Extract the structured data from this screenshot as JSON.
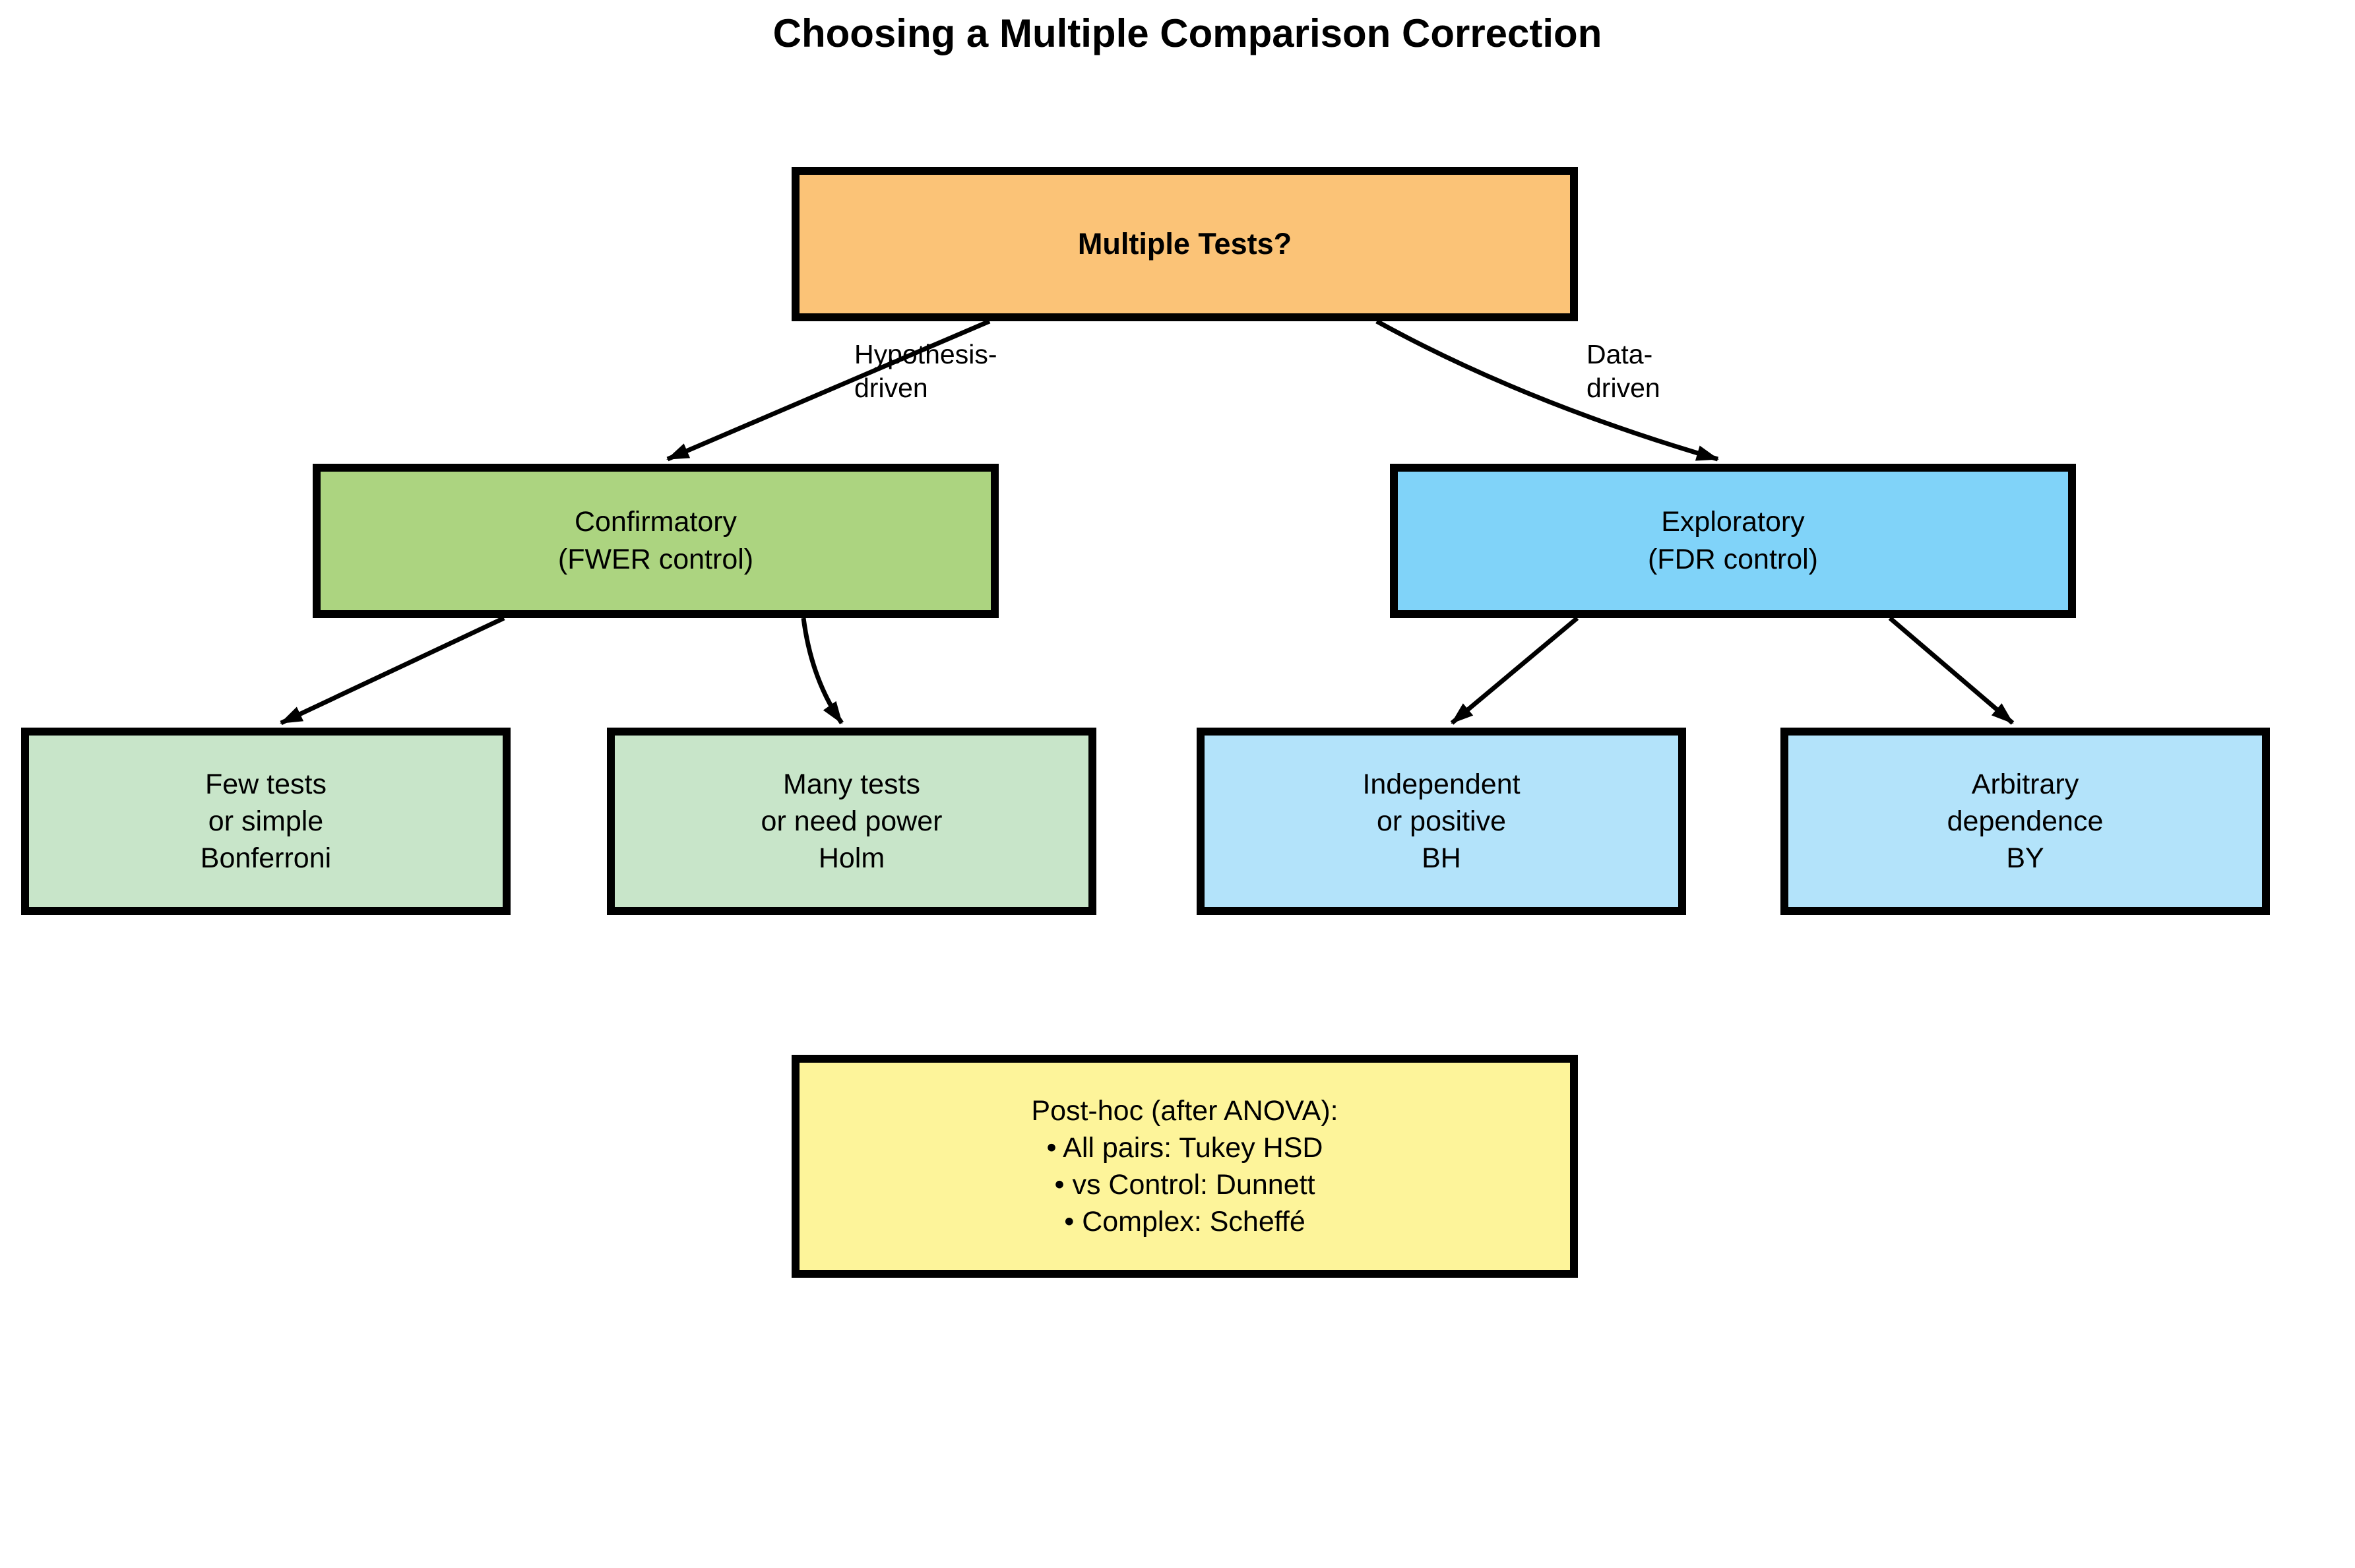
{
  "title": "Choosing a Multiple Comparison Correction",
  "colors": {
    "root": "#FBC377",
    "fwer": "#ACD480",
    "fdr": "#80D3F9",
    "fwer_leaf": "#C8E5C9",
    "fdr_leaf": "#B3E3FA",
    "note": "#FDF49A",
    "border": "#000000",
    "arrow": "#000000",
    "background": "#FFFFFF"
  },
  "nodes": {
    "root": {
      "label": "Multiple Tests?"
    },
    "confirmatory": {
      "lines": [
        "Confirmatory",
        "(FWER control)"
      ]
    },
    "exploratory": {
      "lines": [
        "Exploratory",
        "(FDR control)"
      ]
    },
    "bonferroni": {
      "lines": [
        "Few tests",
        "or simple",
        "Bonferroni"
      ]
    },
    "holm": {
      "lines": [
        "Many tests",
        "or need power",
        "Holm"
      ]
    },
    "bh": {
      "lines": [
        "Independent",
        "or positive",
        "BH"
      ]
    },
    "by": {
      "lines": [
        "Arbitrary",
        "dependence",
        "BY"
      ]
    },
    "posthoc": {
      "lines": [
        "Post-hoc (after ANOVA):",
        "•  All pairs: Tukey HSD",
        "•  vs Control: Dunnett",
        "•  Complex: Scheffé"
      ]
    }
  },
  "edge_labels": {
    "hypothesis": {
      "lines": [
        "Hypothesis-",
        "driven"
      ]
    },
    "data": {
      "lines": [
        "Data-",
        "driven"
      ]
    }
  }
}
